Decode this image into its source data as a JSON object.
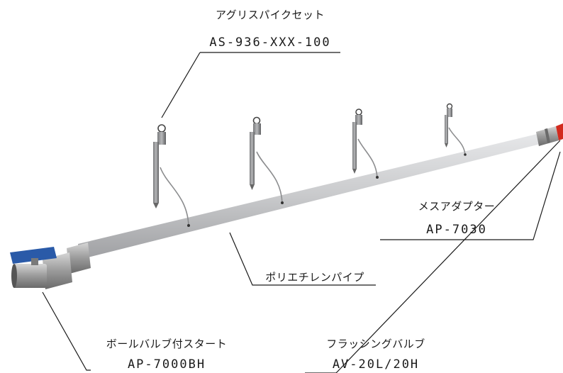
{
  "labels": {
    "agri_spike": {
      "name": "アグリスパイクセット",
      "code": "AS-936-XXX-100"
    },
    "female_adapter": {
      "name": "メスアダプター",
      "code": "AP-7030"
    },
    "pe_pipe": {
      "name": "ポリエチレンパイプ"
    },
    "ball_valve_start": {
      "name": "ボールバルブ付スタート",
      "code": "AP-7000BH"
    },
    "flushing_valve": {
      "name": "フラッシングバルブ",
      "code": "AV-20L/20H"
    }
  },
  "colors": {
    "pipe": "#cfd0d2",
    "valve_handle": "#2a5aa8",
    "flush_tip": "#d22a1e",
    "leader_line": "#1a1a1a"
  }
}
